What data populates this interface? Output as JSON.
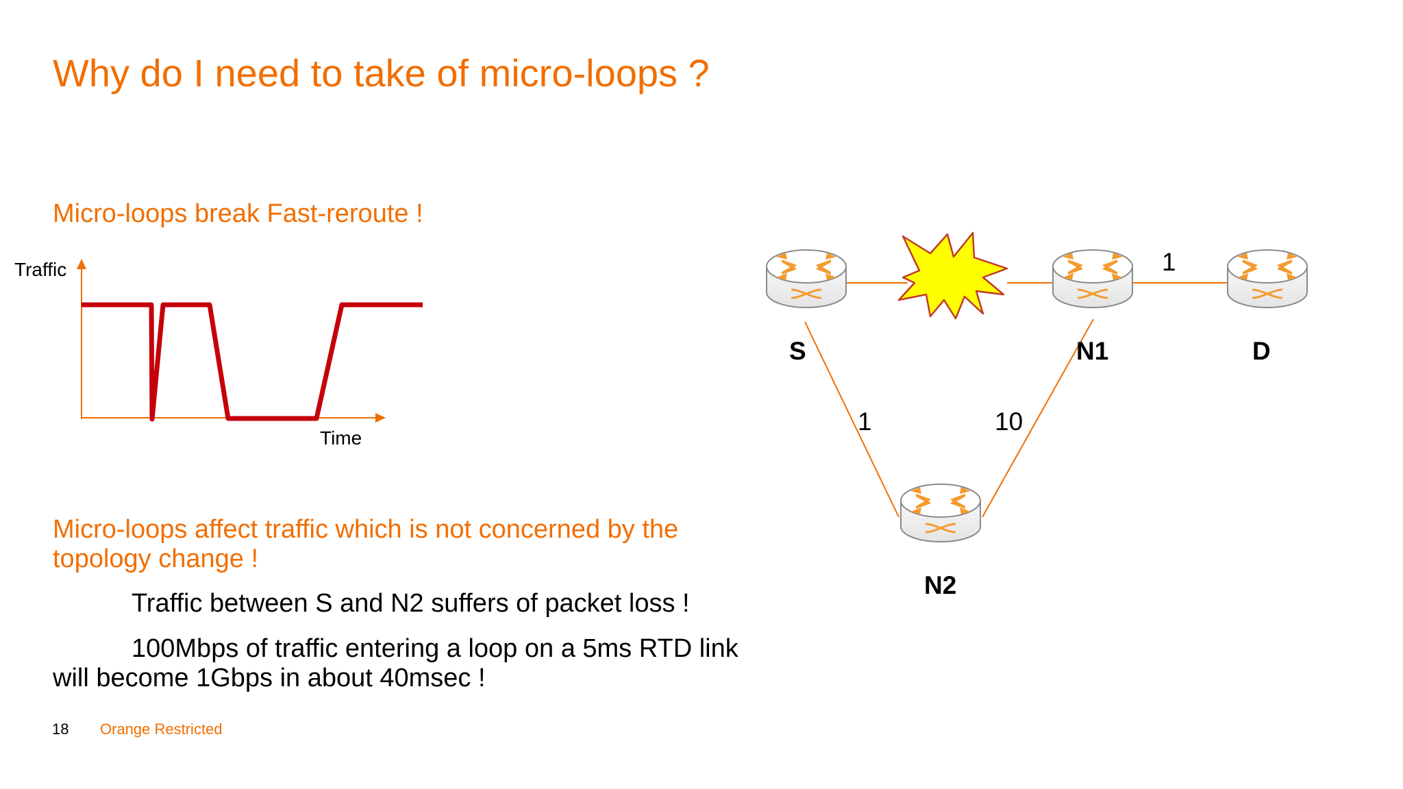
{
  "slide": {
    "title": "Why do I need to take of micro-loops ?",
    "heading1": "Micro-loops break Fast-reroute !",
    "heading2": "Micro-loops affect traffic which is not concerned by the topology change !",
    "bullet1": "Traffic between S and N2 suffers of packet loss !",
    "bullet2_line1": "100Mbps of traffic entering a loop on a 5ms RTD link",
    "bullet2_line2": "will become 1Gbps in about 40msec !",
    "page_number": "18",
    "classification": "Orange Restricted"
  },
  "traffic_graph": {
    "y_label": "Traffic",
    "x_label": "Time"
  },
  "topology": {
    "nodes": {
      "s": "S",
      "n1": "N1",
      "d": "D",
      "n2": "N2"
    },
    "links": {
      "n1_d": "1",
      "s_n2": "1",
      "n2_n1": "10"
    }
  },
  "colors": {
    "accent": "#f16e00",
    "traffic_line": "#c4000b",
    "failure_burst": "#ffff00"
  }
}
